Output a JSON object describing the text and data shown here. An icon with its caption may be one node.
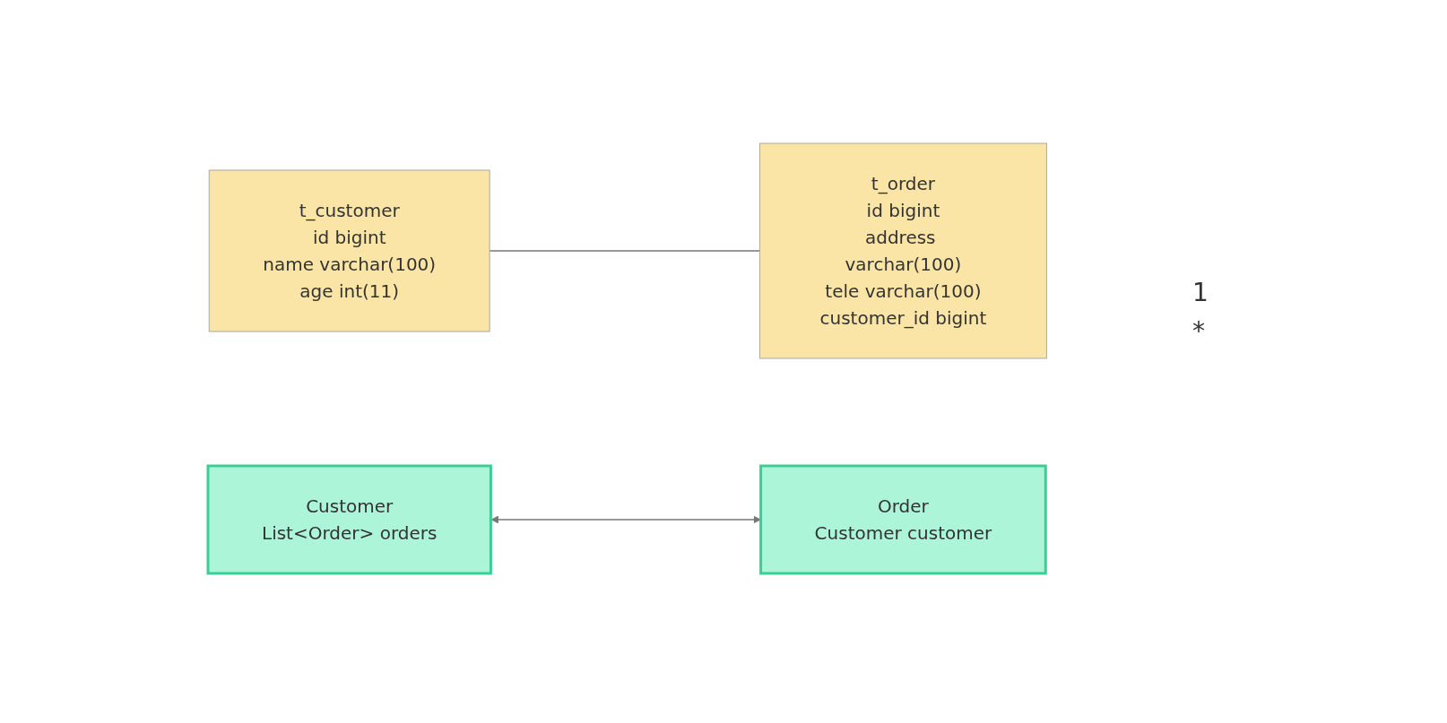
{
  "diagram": {
    "nodes": [
      {
        "text": [
          "t_customer",
          "id bigint",
          "name varchar(100)",
          "age int(11)"
        ]
      },
      {
        "text": [
          "t_order",
          "id bigint",
          "address varchar(100)",
          "tele varchar(100)",
          "customer_id bigint"
        ]
      },
      {
        "text": [
          "Customer",
          "List<Order> orders"
        ]
      },
      {
        "text": [
          "Order",
          "Customer customer"
        ]
      }
    ],
    "edges": [
      {
        "from": 0,
        "to": 1,
        "arrow": "none"
      },
      {
        "from": 2,
        "to": 3,
        "arrow": "both"
      }
    ],
    "labels": [
      "1",
      "*"
    ]
  }
}
